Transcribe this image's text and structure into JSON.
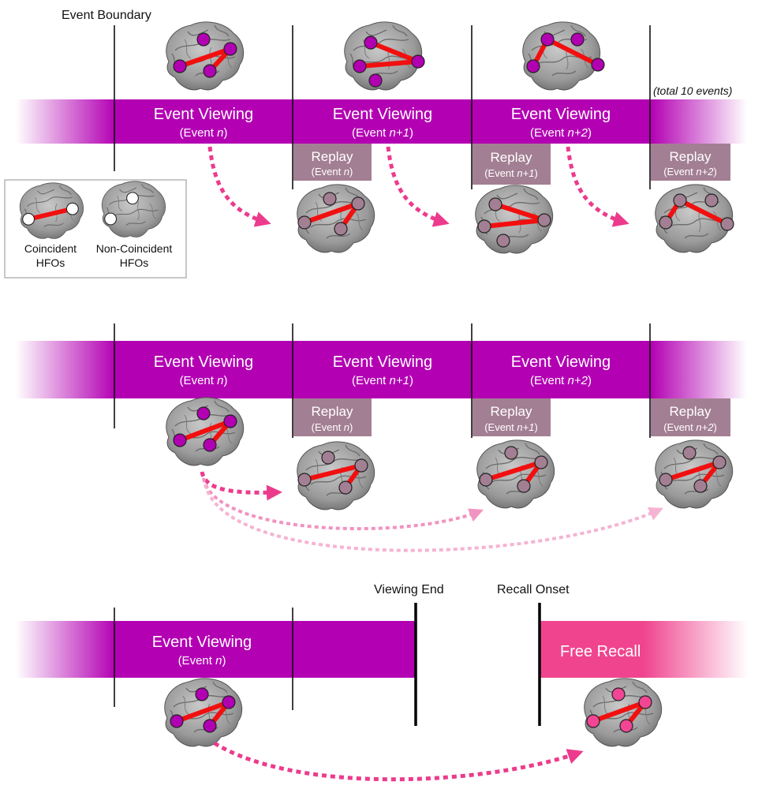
{
  "labels": {
    "event_boundary": "Event Boundary",
    "total_events": "(total 10 events)",
    "viewing_end": "Viewing End",
    "recall_onset": "Recall Onset",
    "free_recall": "Free Recall"
  },
  "event_viewing": {
    "title": "Event Viewing",
    "events": [
      {
        "prefix": "(Event ",
        "index": "n",
        "suffix": ")"
      },
      {
        "prefix": "(Event ",
        "index": "n+1",
        "suffix": ")"
      },
      {
        "prefix": "(Event ",
        "index": "n+2",
        "suffix": ")"
      }
    ]
  },
  "replay": {
    "title": "Replay",
    "events": [
      {
        "prefix": "(Event ",
        "index": "n",
        "suffix": ")"
      },
      {
        "prefix": "(Event ",
        "index": "n+1",
        "suffix": ")"
      },
      {
        "prefix": "(Event ",
        "index": "n+2",
        "suffix": ")"
      }
    ]
  },
  "legend": {
    "coincident": [
      "Coincident",
      "HFOs"
    ],
    "non_coincident": [
      "Non-Coincident",
      "HFOs"
    ]
  },
  "colors": {
    "viewing": "#b300b3",
    "replay": "#a37f93",
    "recall": "#f0448f",
    "arrow": "#ec3b8d",
    "connection": "#f20f0f",
    "node_viewing": "#b100b1",
    "node_replay": "#a37f93",
    "node_recall": "#f24594"
  }
}
